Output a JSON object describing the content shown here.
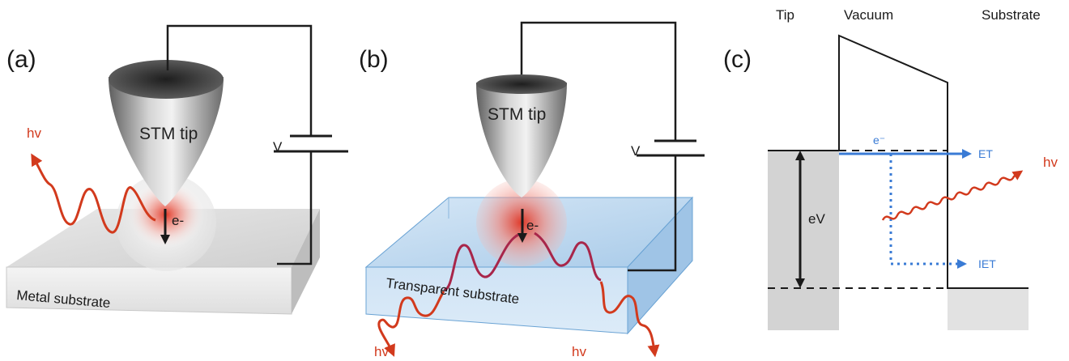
{
  "panel_a": {
    "label": "(a)",
    "tip_label": "STM tip",
    "electron_label": "e-",
    "voltage_label": "V",
    "photon_label": "hv",
    "substrate_label": "Metal substrate"
  },
  "panel_b": {
    "label": "(b)",
    "tip_label": "STM tip",
    "electron_label": "e-",
    "voltage_label": "V",
    "photon_left_label": "hv",
    "photon_right_label": "hv",
    "substrate_label": "Transparent substrate"
  },
  "panel_c": {
    "label": "(c)",
    "headers": {
      "tip": "Tip",
      "vacuum": "Vacuum",
      "substrate": "Substrate"
    },
    "electron_label": "e⁻",
    "elastic_label": "ET",
    "inelastic_label": "IET",
    "bias_label": "eV",
    "photon_label": "hv"
  },
  "colors": {
    "photon_red": "#d23a1d",
    "tunnel_blue": "#3a7bd5",
    "substrate_blue": "#bfd8ee",
    "metal_gray": "#d9d9d9",
    "tip_gray": "#9a9a9a",
    "wire": "#1c1c1c"
  }
}
